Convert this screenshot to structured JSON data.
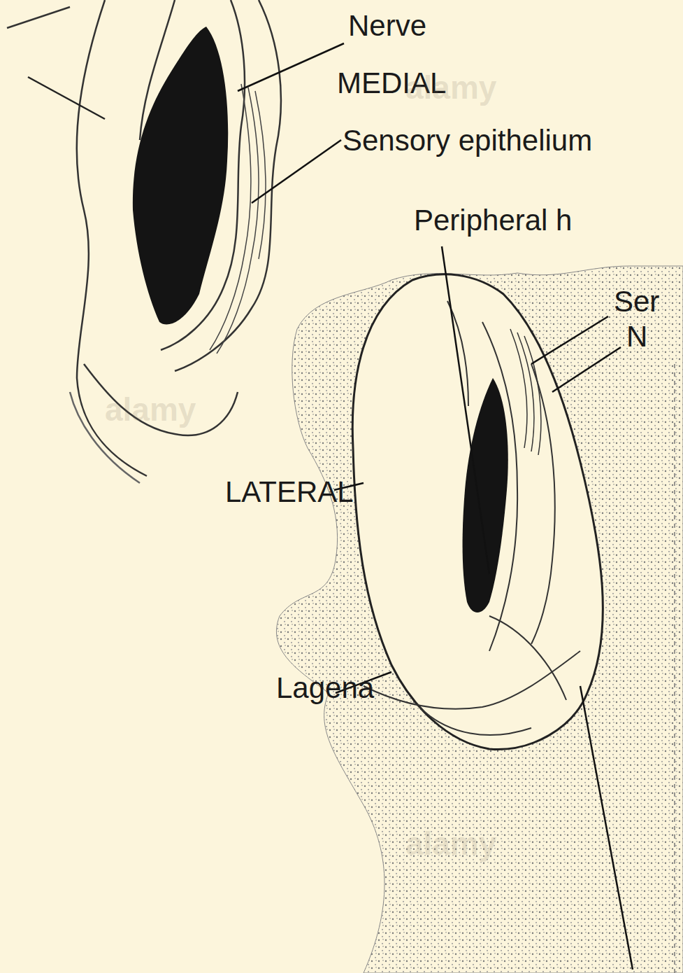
{
  "diagram": {
    "labels": [
      "Nerve",
      "MEDIAL",
      "Sensory epithelium",
      "Peripheral h",
      "Ser",
      "N",
      "LATERAL",
      "Lagena",
      "alamy",
      "alamy",
      "alamy"
    ]
  }
}
